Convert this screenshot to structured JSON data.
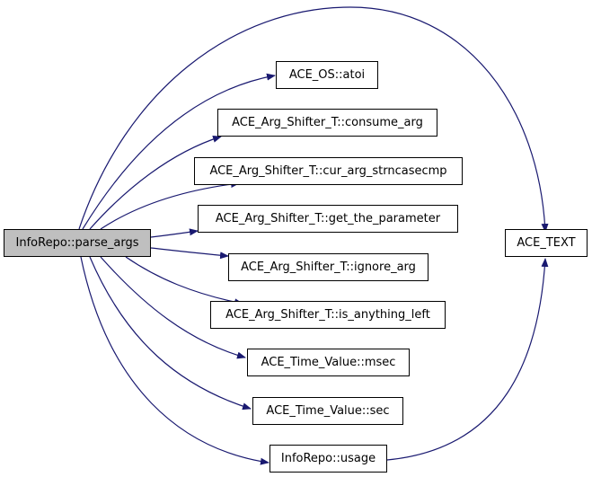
{
  "colors": {
    "edge": "#191970",
    "root_fill": "#bfbfbf",
    "node_fill": "#ffffff",
    "node_border": "#000000"
  },
  "nodes": {
    "root": "InfoRepo::parse_args",
    "atoi": "ACE_OS::atoi",
    "consume_arg": "ACE_Arg_Shifter_T::consume_arg",
    "cur_arg_strncasecmp": "ACE_Arg_Shifter_T::cur_arg_strncasecmp",
    "get_the_parameter": "ACE_Arg_Shifter_T::get_the_parameter",
    "ignore_arg": "ACE_Arg_Shifter_T::ignore_arg",
    "is_anything_left": "ACE_Arg_Shifter_T::is_anything_left",
    "msec": "ACE_Time_Value::msec",
    "sec": "ACE_Time_Value::sec",
    "usage": "InfoRepo::usage",
    "ace_text": "ACE_TEXT"
  },
  "edges": [
    [
      "root",
      "atoi"
    ],
    [
      "root",
      "consume_arg"
    ],
    [
      "root",
      "cur_arg_strncasecmp"
    ],
    [
      "root",
      "get_the_parameter"
    ],
    [
      "root",
      "ignore_arg"
    ],
    [
      "root",
      "is_anything_left"
    ],
    [
      "root",
      "msec"
    ],
    [
      "root",
      "sec"
    ],
    [
      "root",
      "usage"
    ],
    [
      "root",
      "ace_text"
    ],
    [
      "usage",
      "ace_text"
    ]
  ]
}
